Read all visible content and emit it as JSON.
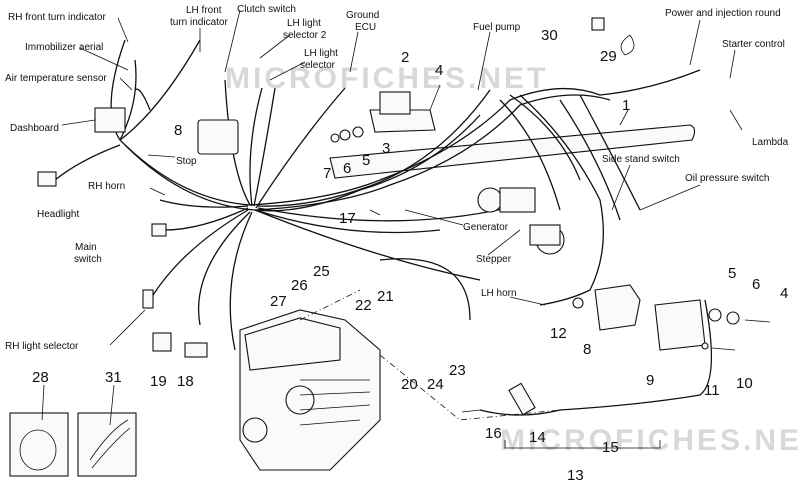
{
  "watermarks": [
    "MICROFICHES.NET",
    "MICROFICHES.NET"
  ],
  "labels": {
    "rh_front_turn": "RH front turn indicator",
    "lh_front_turn_1": "LH front",
    "lh_front_turn_2": "turn indicator",
    "clutch_switch": "Clutch switch",
    "lh_light_sel2_1": "LH light",
    "lh_light_sel2_2": "selector 2",
    "lh_light_sel_1": "LH light",
    "lh_light_sel_2": "selector",
    "ground_ecu_1": "Ground",
    "ground_ecu_2": "ECU",
    "fuel_pump": "Fuel pump",
    "power_injection": "Power and injection round",
    "starter_control": "Starter control",
    "lambda": "Lambda",
    "immobilizer": "Immobilizer aerial",
    "air_temp": "Air temperature sensor",
    "dashboard": "Dashboard",
    "stop": "Stop",
    "rh_horn": "RH horn",
    "headlight": "Headlight",
    "main_switch_1": "Main",
    "main_switch_2": "switch",
    "rh_light_selector": "RH light selector",
    "side_stand": "Side stand switch",
    "oil_pressure": "Oil pressure switch",
    "generator": "Generator",
    "stepper": "Stepper",
    "lh_horn": "LH horn"
  },
  "numbers": {
    "n1": "1",
    "n2": "2",
    "n3": "3",
    "n4": "4",
    "n5": "5",
    "n6": "6",
    "n7": "7",
    "n8": "8",
    "n4b": "4",
    "n5b": "5",
    "n6b": "6",
    "n8b": "8",
    "n9": "9",
    "n10": "10",
    "n11": "11",
    "n12": "12",
    "n13": "13",
    "n14": "14",
    "n15": "15",
    "n16": "16",
    "n17": "17",
    "n18": "18",
    "n19": "19",
    "n20": "20",
    "n21": "21",
    "n22": "22",
    "n23": "23",
    "n24": "24",
    "n25": "25",
    "n26": "26",
    "n27": "27",
    "n28": "28",
    "n29": "29",
    "n30": "30",
    "n31": "31"
  }
}
